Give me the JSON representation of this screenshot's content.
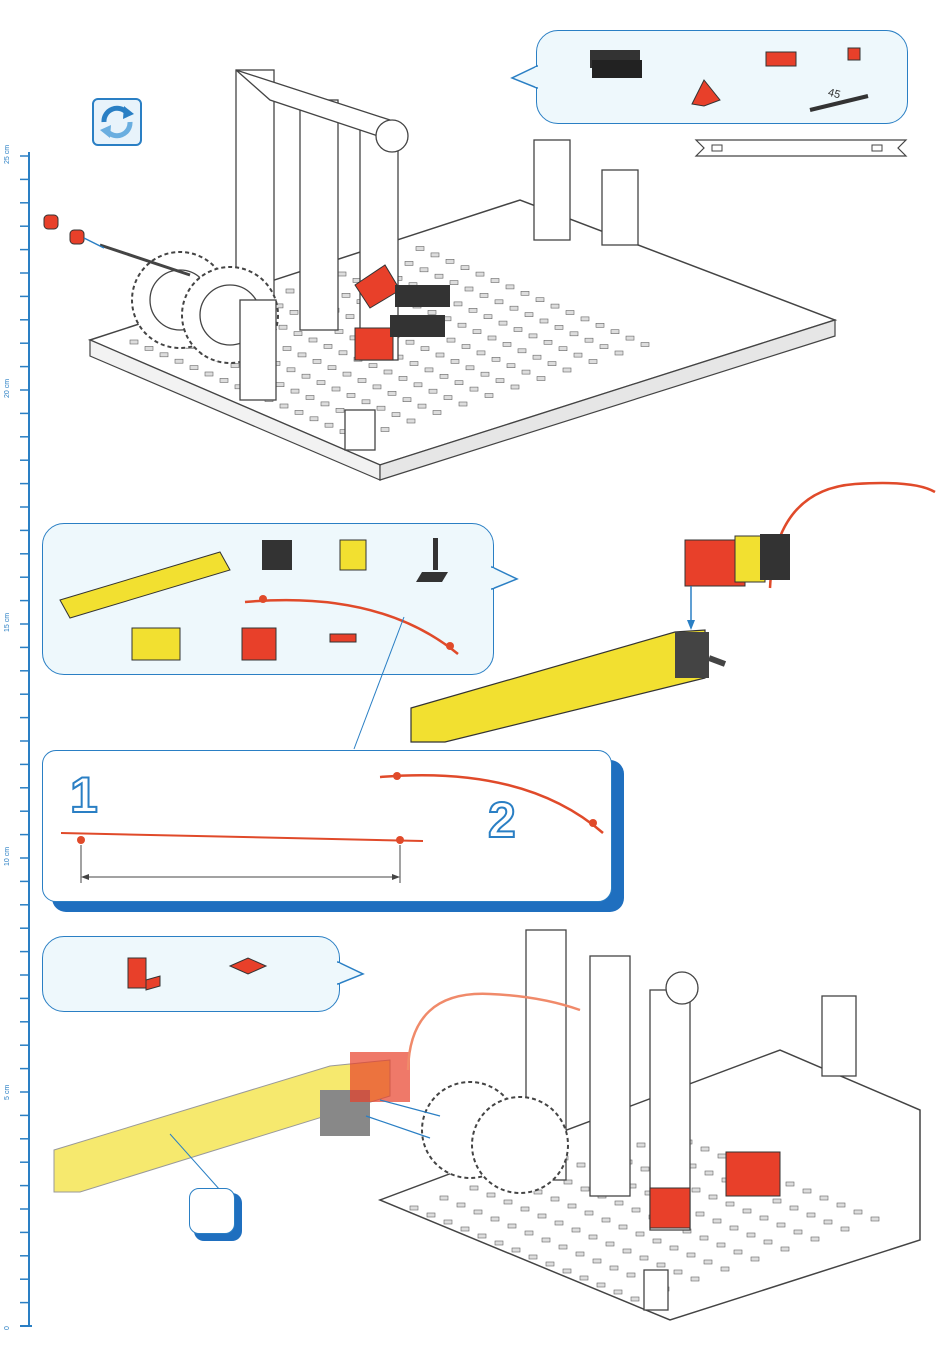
{
  "ruler": {
    "labels": [
      "25 cm",
      "20 cm",
      "15 cm",
      "10 cm",
      "5 cm",
      "0"
    ],
    "color": "#2a7fc4"
  },
  "icons": {
    "rotate": "rotate-icon"
  },
  "top_parts": {
    "axle_label": "45"
  },
  "length_panel": {
    "step1": "1",
    "step2": "2"
  },
  "colors": {
    "accent": "#2a7fc4",
    "red_part": "#e8402a",
    "yellow_part": "#f2e030",
    "cable": "#e04a2a",
    "bubble_bg": "#eef8fc"
  }
}
